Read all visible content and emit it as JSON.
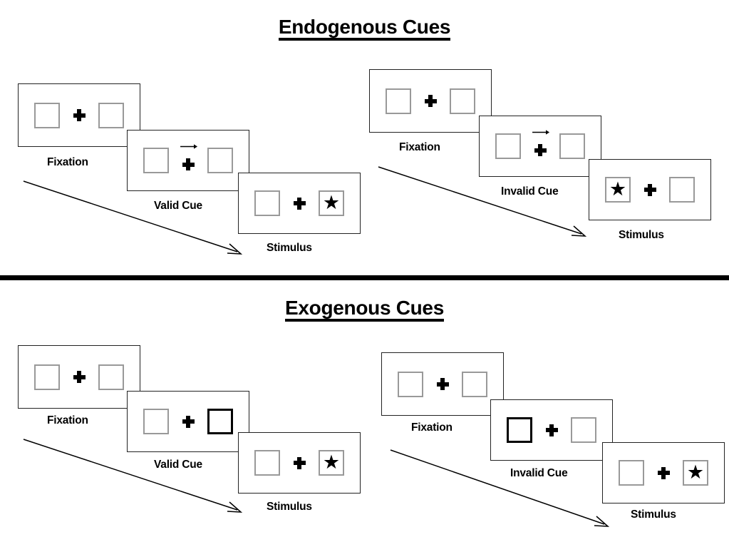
{
  "page": {
    "background": "#ffffff",
    "ink": "#000000",
    "box_border_color": "#999999",
    "cued_box_border_color": "#000000",
    "panel_border_color": "#222222"
  },
  "sections": [
    {
      "id": "endogenous",
      "title": "Endogenous Cues",
      "sequences": [
        {
          "id": "endogenous-valid",
          "frames": [
            {
              "caption": "Fixation",
              "left_box": {
                "cued": false,
                "stimulus": ""
              },
              "right_box": {
                "cued": false,
                "stimulus": ""
              },
              "center": {
                "plus": "plus-icon",
                "arrow": "none"
              }
            },
            {
              "caption": "Valid Cue",
              "left_box": {
                "cued": false,
                "stimulus": ""
              },
              "right_box": {
                "cued": false,
                "stimulus": ""
              },
              "center": {
                "plus": "plus-icon",
                "arrow": "arrow-right-icon"
              }
            },
            {
              "caption": "Stimulus",
              "left_box": {
                "cued": false,
                "stimulus": ""
              },
              "right_box": {
                "cued": false,
                "stimulus": "★"
              },
              "center": {
                "plus": "plus-icon",
                "arrow": "none"
              }
            }
          ]
        },
        {
          "id": "endogenous-invalid",
          "frames": [
            {
              "caption": "Fixation",
              "left_box": {
                "cued": false,
                "stimulus": ""
              },
              "right_box": {
                "cued": false,
                "stimulus": ""
              },
              "center": {
                "plus": "plus-icon",
                "arrow": "none"
              }
            },
            {
              "caption": "Invalid Cue",
              "left_box": {
                "cued": false,
                "stimulus": ""
              },
              "right_box": {
                "cued": false,
                "stimulus": ""
              },
              "center": {
                "plus": "plus-icon",
                "arrow": "arrow-right-icon"
              }
            },
            {
              "caption": "Stimulus",
              "left_box": {
                "cued": false,
                "stimulus": "★"
              },
              "right_box": {
                "cued": false,
                "stimulus": ""
              },
              "center": {
                "plus": "plus-icon",
                "arrow": "none"
              }
            }
          ]
        }
      ]
    },
    {
      "id": "exogenous",
      "title": "Exogenous Cues",
      "sequences": [
        {
          "id": "exogenous-valid",
          "frames": [
            {
              "caption": "Fixation",
              "left_box": {
                "cued": false,
                "stimulus": ""
              },
              "right_box": {
                "cued": false,
                "stimulus": ""
              },
              "center": {
                "plus": "plus-icon",
                "arrow": "none"
              }
            },
            {
              "caption": "Valid Cue",
              "left_box": {
                "cued": false,
                "stimulus": ""
              },
              "right_box": {
                "cued": true,
                "stimulus": ""
              },
              "center": {
                "plus": "plus-icon",
                "arrow": "none"
              }
            },
            {
              "caption": "Stimulus",
              "left_box": {
                "cued": false,
                "stimulus": ""
              },
              "right_box": {
                "cued": false,
                "stimulus": "★"
              },
              "center": {
                "plus": "plus-icon",
                "arrow": "none"
              }
            }
          ]
        },
        {
          "id": "exogenous-invalid",
          "frames": [
            {
              "caption": "Fixation",
              "left_box": {
                "cued": false,
                "stimulus": ""
              },
              "right_box": {
                "cued": false,
                "stimulus": ""
              },
              "center": {
                "plus": "plus-icon",
                "arrow": "none"
              }
            },
            {
              "caption": "Invalid Cue",
              "left_box": {
                "cued": true,
                "stimulus": ""
              },
              "right_box": {
                "cued": false,
                "stimulus": ""
              },
              "center": {
                "plus": "plus-icon",
                "arrow": "none"
              }
            },
            {
              "caption": "Stimulus",
              "left_box": {
                "cued": false,
                "stimulus": ""
              },
              "right_box": {
                "cued": false,
                "stimulus": "★"
              },
              "center": {
                "plus": "plus-icon",
                "arrow": "none"
              }
            }
          ]
        }
      ]
    }
  ]
}
